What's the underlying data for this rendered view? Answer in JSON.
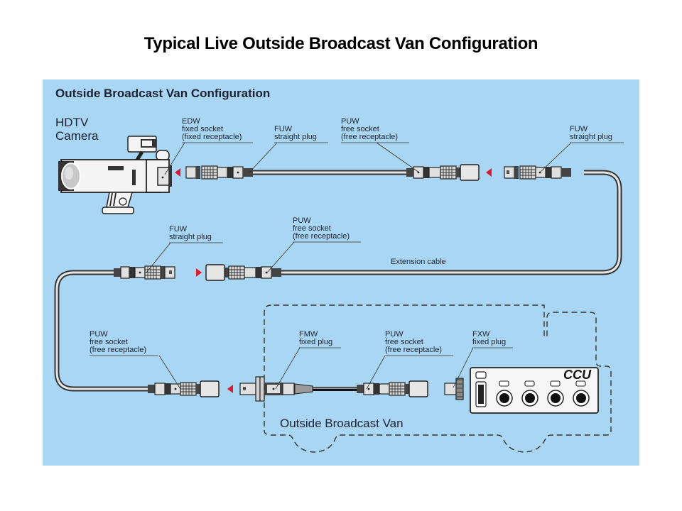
{
  "slide": {
    "title": "Typical Live Outside Broadcast Van Configuration"
  },
  "diagram": {
    "header": "Outside Broadcast Van Configuration",
    "camera_label": [
      "HDTV",
      "Camera"
    ],
    "van_label": "Outside Broadcast Van",
    "ccu_label": "CCU",
    "extension_cable_label": "Extension cable",
    "colors": {
      "background": "#a9d6f2",
      "arrow": "#e0182d",
      "connector_dark": "#2a2a2a",
      "connector_light": "#e8e8e8",
      "cable": "#555555",
      "text": "#1a2233"
    },
    "connectors": [
      {
        "id": "edw",
        "model": "EDW",
        "lines": [
          "EDW",
          "fixed socket",
          "(fixed receptacle)"
        ]
      },
      {
        "id": "fuw1",
        "model": "FUW",
        "lines": [
          "FUW",
          "straight plug"
        ]
      },
      {
        "id": "puw1",
        "model": "PUW",
        "lines": [
          "PUW",
          "free socket",
          "(free receptacle)"
        ]
      },
      {
        "id": "fuw2",
        "model": "FUW",
        "lines": [
          "FUW",
          "straight plug"
        ]
      },
      {
        "id": "fuw3",
        "model": "FUW",
        "lines": [
          "FUW",
          "straight plug"
        ]
      },
      {
        "id": "puw2",
        "model": "PUW",
        "lines": [
          "PUW",
          "free socket",
          "(free receptacle)"
        ]
      },
      {
        "id": "puw3",
        "model": "PUW",
        "lines": [
          "PUW",
          "free socket",
          "(free receptacle)"
        ]
      },
      {
        "id": "fmw",
        "model": "FMW",
        "lines": [
          "FMW",
          "fixed plug"
        ]
      },
      {
        "id": "puw4",
        "model": "PUW",
        "lines": [
          "PUW",
          "free socket",
          "(free receptacle)"
        ]
      },
      {
        "id": "fxw",
        "model": "FXW",
        "lines": [
          "FXW",
          "fixed plug"
        ]
      }
    ]
  }
}
